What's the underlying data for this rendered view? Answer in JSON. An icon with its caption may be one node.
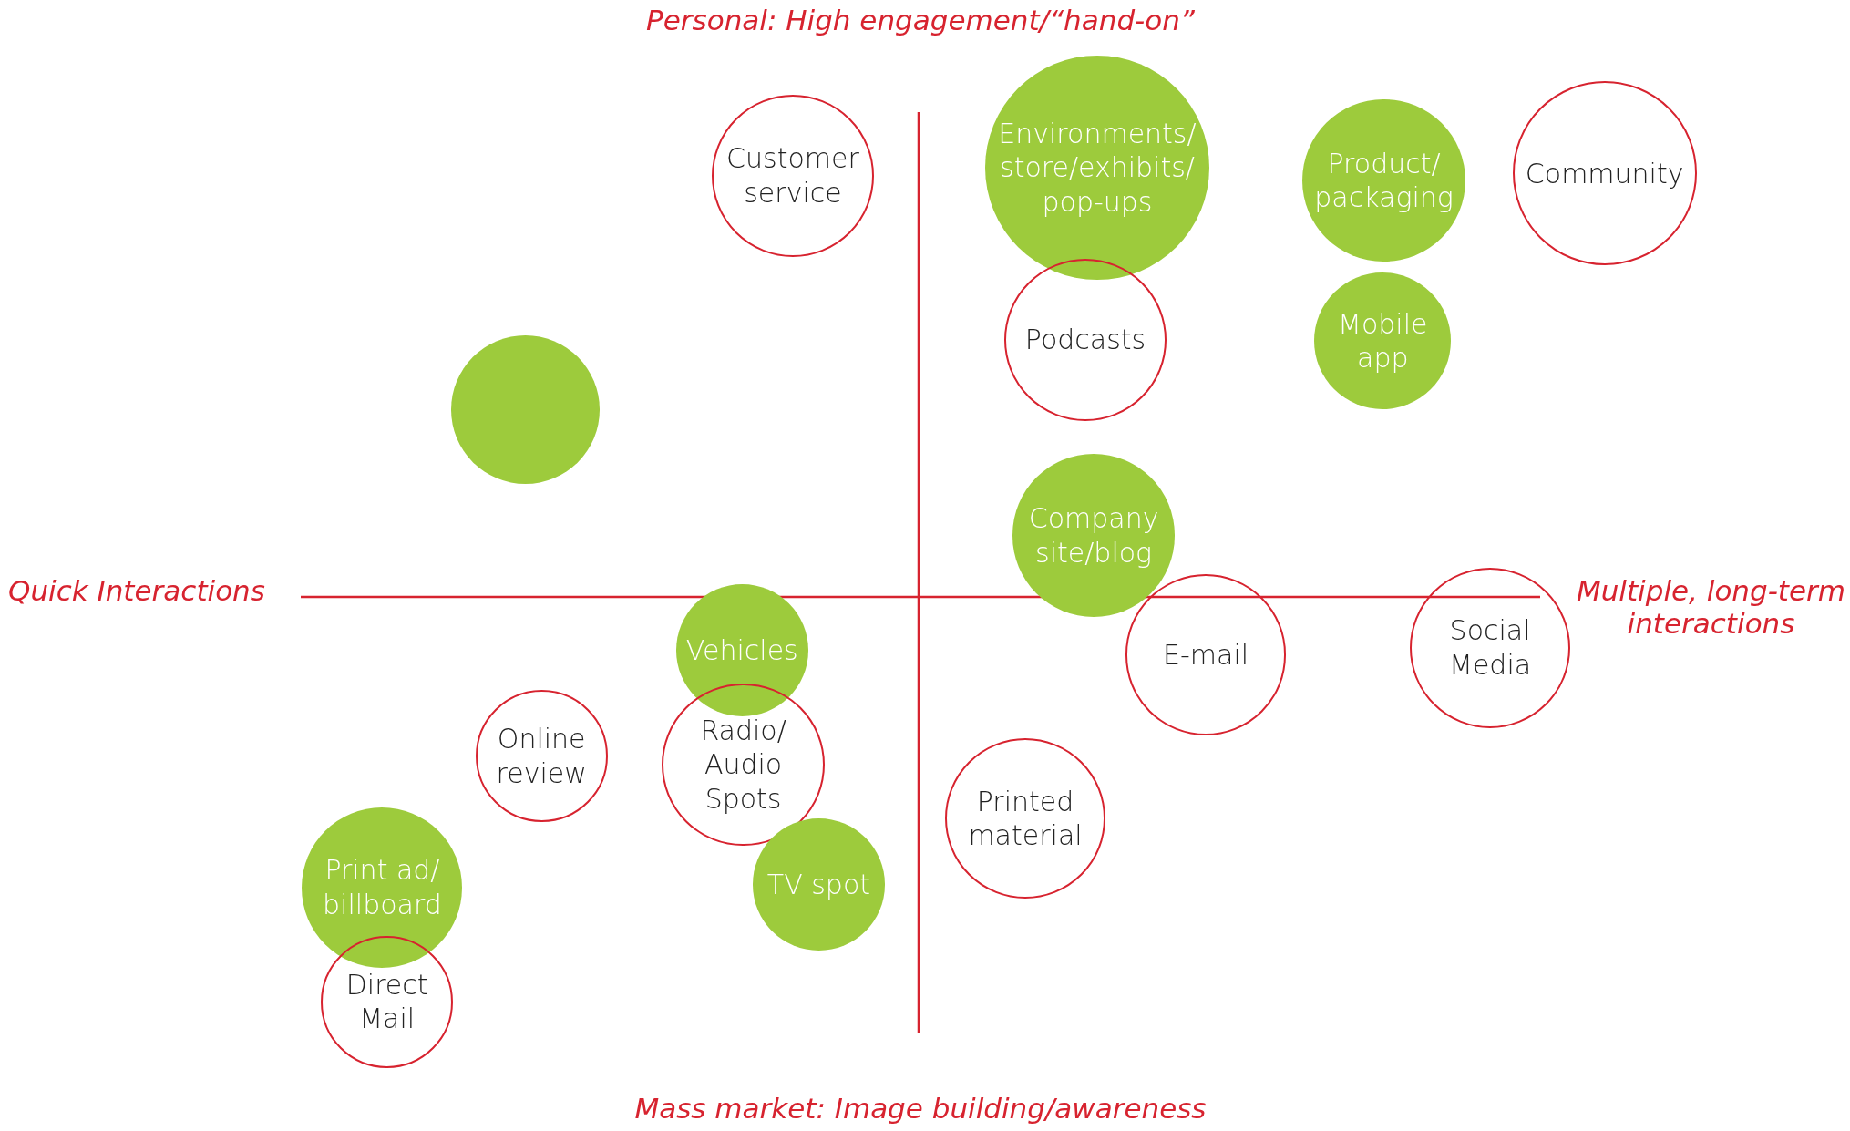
{
  "diagram": {
    "nodes": [
      {
        "text": [
          "Customer service"
        ]
      },
      {
        "text": [
          "Environments/ store/exhibits/ pop-ups"
        ]
      },
      {
        "text": [
          "Product/ packaging"
        ]
      },
      {
        "text": [
          "Community"
        ]
      },
      {
        "text": [
          "Podcasts"
        ]
      },
      {
        "text": [
          "Mobile app"
        ]
      },
      {
        "text": [],
        "shape": "circle"
      },
      {
        "text": [
          "Company site/blog"
        ]
      },
      {
        "text": [
          "E-mail"
        ]
      },
      {
        "text": [
          "Social Media"
        ]
      },
      {
        "text": [
          "Vehicles"
        ]
      },
      {
        "text": [
          "Online review"
        ]
      },
      {
        "text": [
          "Radio/ Audio Spots"
        ]
      },
      {
        "text": [
          "Printed material"
        ]
      },
      {
        "text": [
          "Print ad/ billboard"
        ]
      },
      {
        "text": [
          "TV spot"
        ]
      },
      {
        "text": [
          "Direct Mail"
        ]
      }
    ],
    "edges": [],
    "labels": [
      "Personal: High engagement/“hand-on”",
      "Quick Interactions",
      "Multiple, long-term interactions",
      "Mass market: Image building/awareness"
    ]
  }
}
